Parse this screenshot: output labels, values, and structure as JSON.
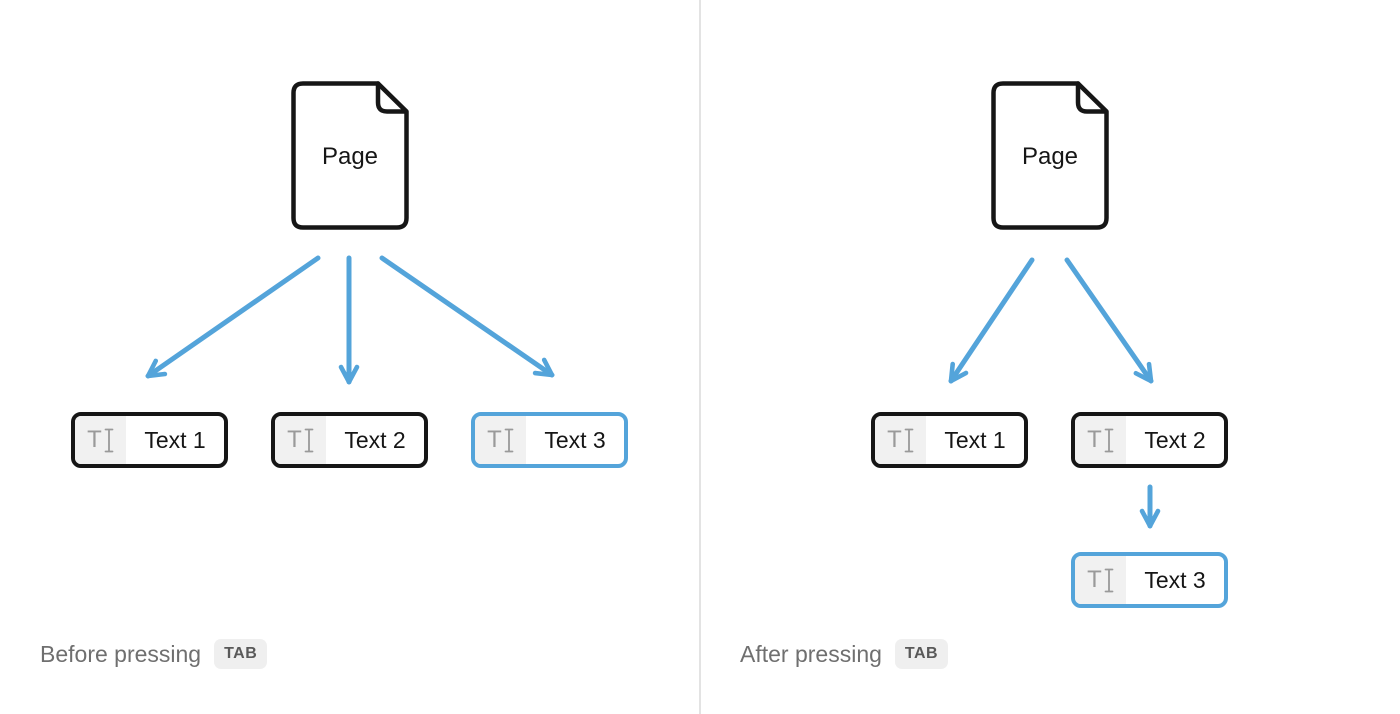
{
  "colors": {
    "accent": "#54A4DA",
    "ink": "#161616",
    "divider": "#E3E3E3",
    "icon_cell_bg": "#F1F1F1",
    "icon_glyph": "#9A9A9A",
    "caption_text": "#6F6F6F",
    "kbd_bg": "#EFEFEF",
    "kbd_text": "#595959",
    "background": "#FFFFFF"
  },
  "icons": {
    "text_block_letter": "T"
  },
  "panels": [
    {
      "name": "before",
      "page_label": "Page",
      "blocks": [
        {
          "label": "Text 1",
          "highlighted": false
        },
        {
          "label": "Text 2",
          "highlighted": false
        },
        {
          "label": "Text 3",
          "highlighted": true
        }
      ],
      "caption": "Before pressing",
      "kbd": "TAB"
    },
    {
      "name": "after",
      "page_label": "Page",
      "blocks": [
        {
          "label": "Text 1",
          "highlighted": false
        },
        {
          "label": "Text 2",
          "highlighted": false
        },
        {
          "label": "Text 3",
          "highlighted": true
        }
      ],
      "caption": "After pressing",
      "kbd": "TAB"
    }
  ]
}
